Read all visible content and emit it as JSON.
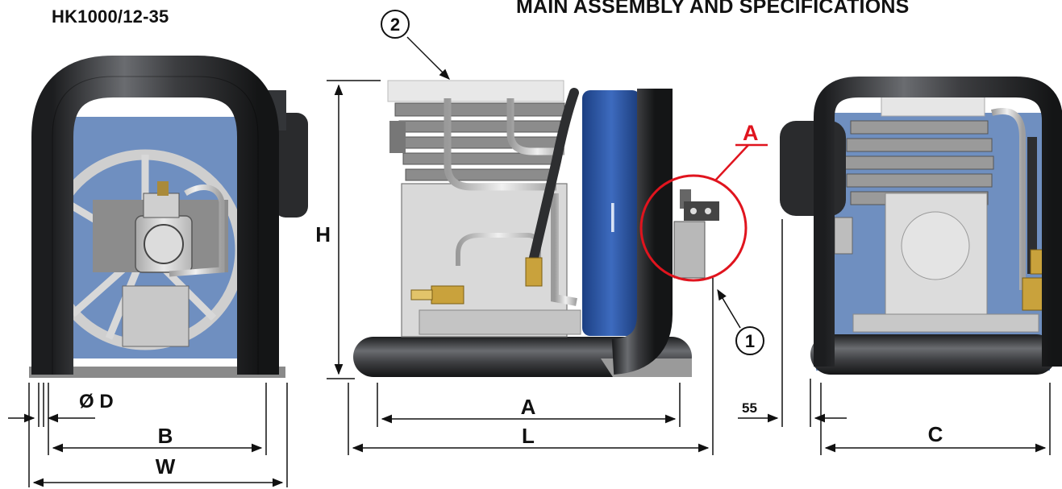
{
  "header": {
    "model": "HK1000/12-35",
    "title": "MAIN ASSEMBLY AND SPECIFICATIONS"
  },
  "callouts": {
    "part1": "1",
    "part2": "2",
    "detail_a": "A"
  },
  "dimensions": {
    "diameter": "Ø D",
    "b": "B",
    "w": "W",
    "a": "A",
    "l": "L",
    "h": "H",
    "offset": "55",
    "c": "C"
  },
  "colors": {
    "frame": "#3a3b3e",
    "blue_panel": "#6f8fc0",
    "cooler_blue": "#284f9a",
    "metal": "#cfcfcf",
    "brass": "#c9a23c",
    "detail_red": "#e0141e"
  }
}
